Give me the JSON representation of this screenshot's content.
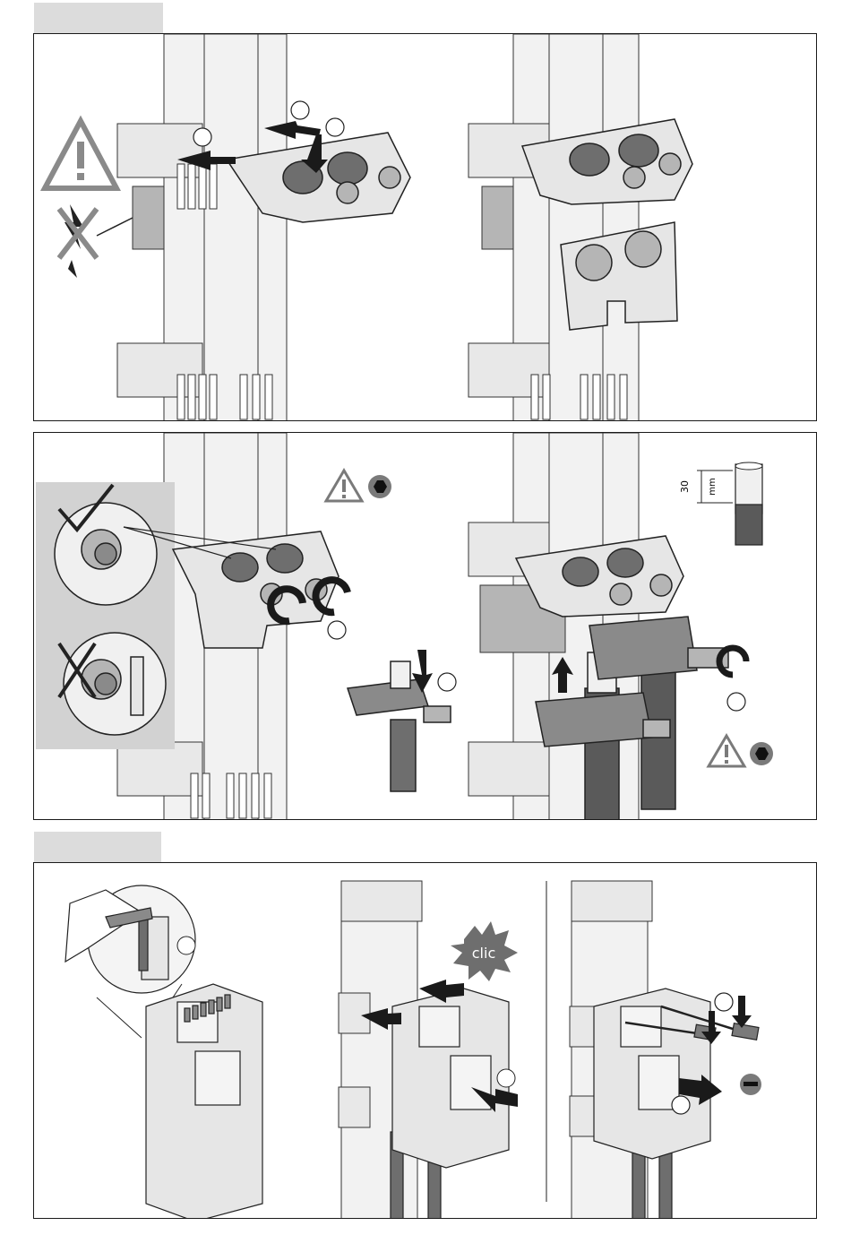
{
  "colors": {
    "frame": "#1a1a1a",
    "tab": "#dcdcdc",
    "part_light": "#e6e6e6",
    "part_mid": "#b5b5b5",
    "part_dark": "#6e6e6e",
    "cable": "#5a5a5a",
    "arrow": "#1a1a1a",
    "side_panel": "#d2d2d2"
  },
  "icons": {
    "warning": "warning-triangle-icon",
    "no_voltage": "no-voltage-icon",
    "hex_key": "hex-key-icon",
    "check": "check-mark-icon",
    "cross": "cross-mark-icon",
    "minus": "minus-icon"
  },
  "labels": {
    "clic": "clic",
    "measure_value": "30",
    "measure_unit": "mm"
  }
}
